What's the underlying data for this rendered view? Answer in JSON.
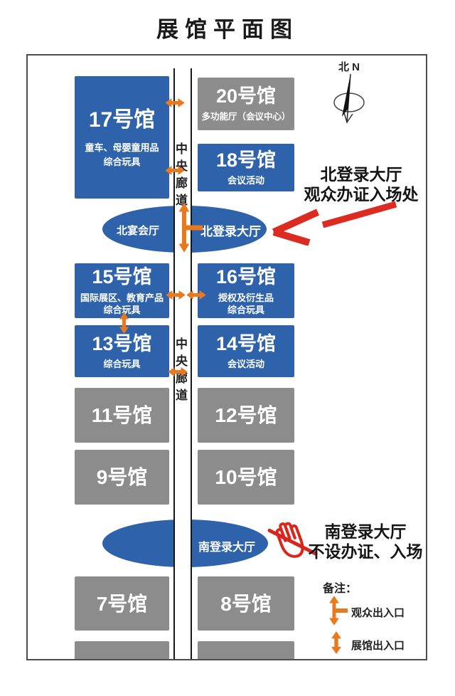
{
  "title": "展馆平面图",
  "compass": {
    "label": "北 N"
  },
  "corridor": {
    "label": "中央廊道"
  },
  "halls": [
    {
      "id": "17",
      "name": "17号馆",
      "desc": [
        "童车、母婴童用品",
        "综合玩具"
      ],
      "type": "blue"
    },
    {
      "id": "20",
      "name": "20号馆",
      "desc": [
        "多功能厅（会议中心）"
      ],
      "type": "gray"
    },
    {
      "id": "18",
      "name": "18号馆",
      "desc": [
        "会议活动"
      ],
      "type": "blue"
    },
    {
      "id": "15",
      "name": "15号馆",
      "desc": [
        "国际展区、教育产品",
        "综合玩具"
      ],
      "type": "blue"
    },
    {
      "id": "16",
      "name": "16号馆",
      "desc": [
        "授权及衍生品",
        "综合玩具"
      ],
      "type": "blue"
    },
    {
      "id": "13",
      "name": "13号馆",
      "desc": [
        "综合玩具"
      ],
      "type": "blue"
    },
    {
      "id": "14",
      "name": "14号馆",
      "desc": [
        "会议活动"
      ],
      "type": "blue"
    },
    {
      "id": "11",
      "name": "11号馆",
      "type": "gray"
    },
    {
      "id": "12",
      "name": "12号馆",
      "type": "gray"
    },
    {
      "id": "9",
      "name": "9号馆",
      "type": "gray"
    },
    {
      "id": "10",
      "name": "10号馆",
      "type": "gray"
    },
    {
      "id": "7",
      "name": "7号馆",
      "type": "gray"
    },
    {
      "id": "8",
      "name": "8号馆",
      "type": "gray"
    }
  ],
  "lobbies": {
    "north_banquet": "北宴会厅",
    "north_registration": "北登录大厅",
    "south_registration": "南登录大厅"
  },
  "annotations": {
    "north": {
      "line1": "北登录大厅",
      "line2": "观众办证入场处"
    },
    "south": {
      "line1": "南登录大厅",
      "line2": "不设办证、入场"
    }
  },
  "legend": {
    "title": "备注：",
    "items": [
      {
        "icon": "visitor-entrance-icon",
        "label": "观众出入口"
      },
      {
        "icon": "hall-entrance-icon",
        "label": "展馆出入口"
      }
    ]
  },
  "colors": {
    "hall_blue": "#2e63ac",
    "hall_gray": "#8c8c8c",
    "arrow_orange": "#e8791e",
    "accent_red": "#d9251c",
    "text_black": "#1a1a1a"
  }
}
